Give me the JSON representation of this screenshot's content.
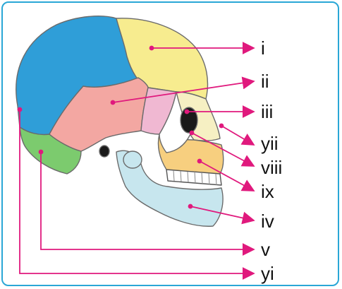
{
  "diagram": {
    "labels": [
      "i",
      "ii",
      "iii",
      "yii",
      "viii",
      "ix",
      "iv",
      "v",
      "yi"
    ]
  },
  "colors": {
    "frame": "#2aa7d6",
    "arrow": "#e0197d",
    "frontal": "#f7ec8f",
    "parietal": "#2f9ed8",
    "temporal": "#f3a7a2",
    "occipital": "#7ccb6e",
    "sphenoid": "#f0b8d2",
    "nasal": "#f6f0c3",
    "zygomatic": "#ffffff",
    "maxilla": "#f7cf7f",
    "mandible": "#c7e6ee"
  }
}
